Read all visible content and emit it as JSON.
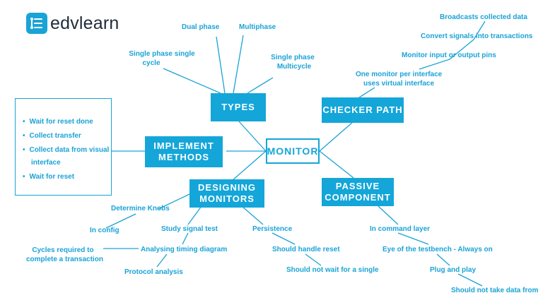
{
  "brand": {
    "name": "edvlearn",
    "icon": "edvlearn-logo-icon"
  },
  "center": "MONITOR",
  "types": {
    "title": "TYPES",
    "items": [
      "Dual phase",
      "Multiphase",
      "Single phase single",
      "cycle",
      "Single phase",
      "Multicycle"
    ]
  },
  "checker": {
    "title": "CHECKER PATH",
    "items": [
      "Broadcasts collected data",
      "Convert signals into transactions",
      "Monitor input or output pins",
      "One monitor per interface",
      "uses virtual interface"
    ]
  },
  "implement": {
    "title_line1": "IMPLEMENT",
    "title_line2": "METHODS",
    "items": [
      "Wait for reset done",
      "Collect transfer",
      "Collect  data from visual",
      "interface",
      "Wait for reset"
    ]
  },
  "designing": {
    "title_line1": "DESIGNING",
    "title_line2": "MONITORS",
    "items": [
      "Determine Knobs",
      "In config",
      "Study signal test",
      "Persistence",
      "Cycles required to",
      "complete a transaction",
      "Analysing timing diagram",
      "Should handle reset",
      "Protocol analysis",
      "Should not wait for a single"
    ]
  },
  "passive": {
    "title_line1": "PASSIVE",
    "title_line2": "COMPONENT",
    "items": [
      "In command layer",
      "Eye of the testbench - Always on",
      "Plug and play",
      "Should not take data from"
    ]
  },
  "colors": {
    "accent": "#14a6d9",
    "text": "#1aa3d6",
    "logo_text": "#1d2b3a"
  }
}
